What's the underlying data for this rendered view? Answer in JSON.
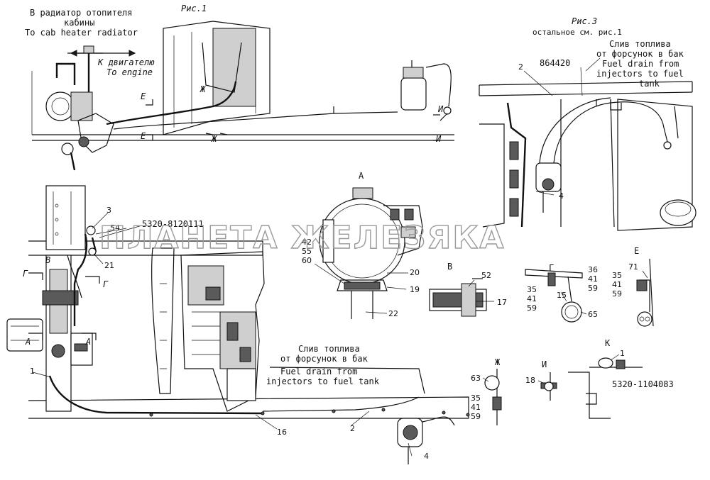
{
  "figures": {
    "fig1_title": "Рис.1",
    "fig3_title": "Рис.3",
    "fig3_subtitle": "остальное см. рис.1",
    "view_a": "А",
    "view_b": "В",
    "view_g": "Г",
    "view_e": "Е",
    "view_zh": "Ж",
    "view_i": "И",
    "view_k": "К"
  },
  "annotations": {
    "radiator_ru_1": "В радиатор отопителя",
    "radiator_ru_2": "кабины",
    "radiator_en": "To cab heater radiator",
    "engine_ru": "К двигателю",
    "engine_en": "To engine",
    "fuel_drain_ru_top_1": "Слив топлива",
    "fuel_drain_ru_top_2": "от форсунок в бак",
    "fuel_drain_en_top_1": "Fuel drain from",
    "fuel_drain_en_top_2": "injectors to fuel",
    "fuel_drain_en_top_3": "tank",
    "fuel_drain_ru_bot_1": "Слив топлива",
    "fuel_drain_ru_bot_2": "от форсунок в бак",
    "fuel_drain_en_bot_1": "Fuel drain from",
    "fuel_drain_en_bot_2": "injectors to fuel tank"
  },
  "part_numbers": {
    "pn_8120111": "5320-8120111",
    "pn_864420": "864420",
    "pn_1104083": "5320-1104083"
  },
  "section_marks": {
    "e": "Е",
    "zh": "Ж",
    "i": "И",
    "g": "Г",
    "v": "В",
    "a": "А"
  },
  "callouts": {
    "n1": "1",
    "n2": "2",
    "n3": "3",
    "n4": "4",
    "n15": "15",
    "n16": "16",
    "n17": "17",
    "n18": "18",
    "n19": "19",
    "n20": "20",
    "n21": "21",
    "n22": "22",
    "n35": "35",
    "n36": "36",
    "n41": "41",
    "n42": "42",
    "n52": "52",
    "n54": "54",
    "n55": "55",
    "n59": "59",
    "n60": "60",
    "n63": "63",
    "n65": "65",
    "n71": "71"
  },
  "watermark": "ПЛАНЕТА ЖЕЛЕЗЯКА"
}
